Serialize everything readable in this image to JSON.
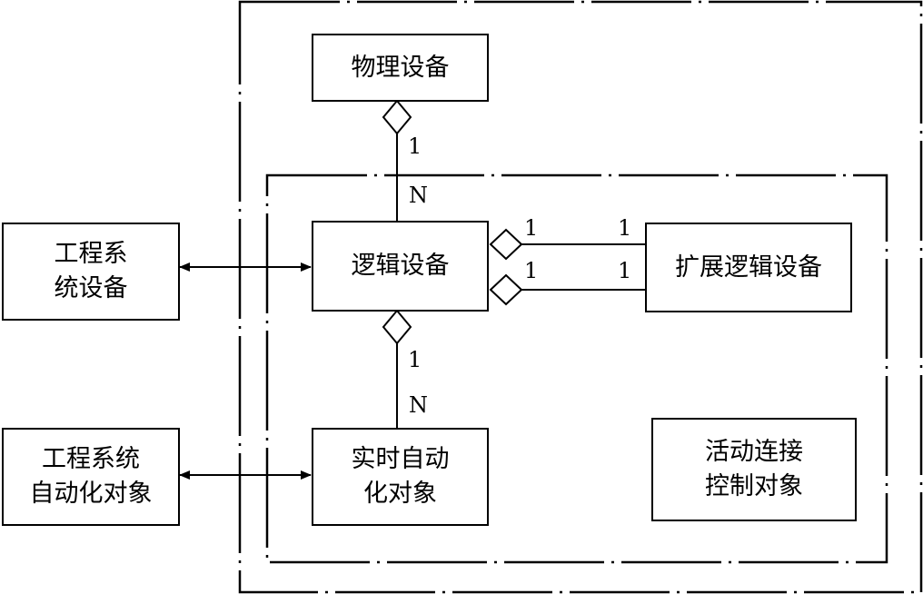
{
  "boxes": {
    "physical_device": "物理设备",
    "logical_device": "逻辑设备",
    "extended_logical_device": "扩展逻辑设备",
    "realtime_automation_object": "实时自动\n化对象",
    "engineering_system_device": "工程系\n统设备",
    "engineering_system_automation_object": "工程系统\n自动化对象",
    "active_connection_control_object": "活动连接\n控制对象"
  },
  "multiplicities": {
    "physical_top": "1",
    "physical_bottom": "N",
    "extended_upper_left": "1",
    "extended_upper_right": "1",
    "extended_lower_left": "1",
    "extended_lower_right": "1",
    "realtime_top": "1",
    "realtime_bottom": "N"
  }
}
